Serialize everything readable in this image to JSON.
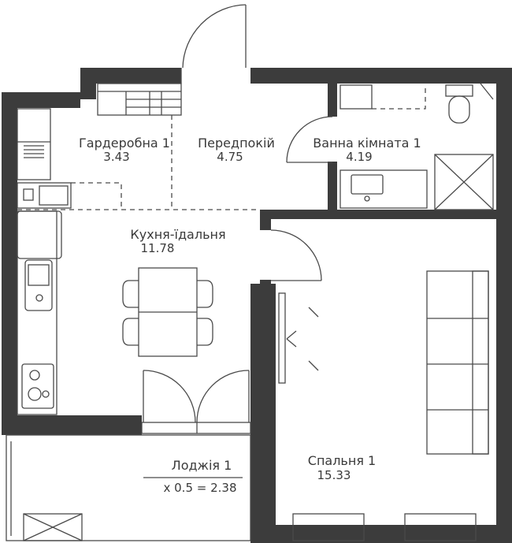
{
  "rooms": [
    {
      "id": "wardrobe",
      "name": "Гардеробна 1",
      "area": "3.43"
    },
    {
      "id": "hall",
      "name": "Передпокій",
      "area": "4.75"
    },
    {
      "id": "bath",
      "name": "Ванна кімната 1",
      "area": "4.19"
    },
    {
      "id": "kitchen",
      "name": "Кухня-їдальня",
      "area": "11.78"
    },
    {
      "id": "loggia",
      "name": "Лоджія 1",
      "area": "x 0.5 = 2.38"
    },
    {
      "id": "bedroom",
      "name": "Спальня 1",
      "area": "15.33"
    }
  ],
  "colors": {
    "wall": "#3c3c3c",
    "line": "#4a4a4a",
    "background": "#ffffff"
  }
}
